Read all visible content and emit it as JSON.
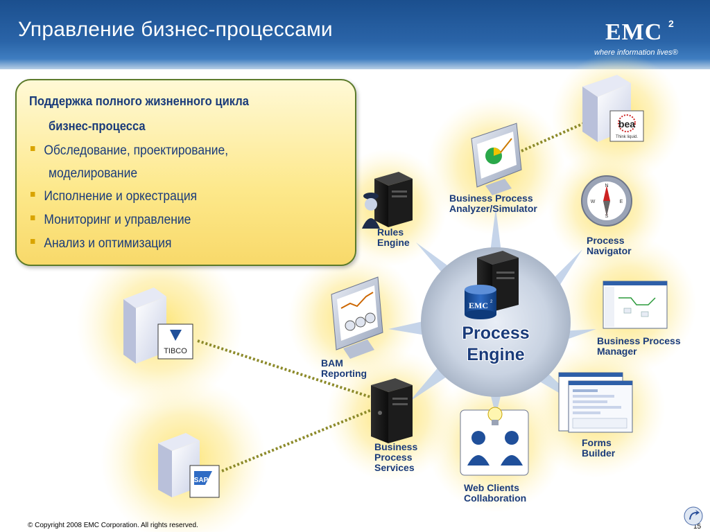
{
  "header": {
    "title": "Управление бизнес-процессами",
    "logo_text": "EMC",
    "logo_sup": "2",
    "tagline": "where information lives®"
  },
  "panel": {
    "heading_line1": "Поддержка полного жизненного цикла",
    "heading_line2": "бизнес-процесса",
    "bullets": [
      {
        "line1": "Обследование, проектирование,",
        "line2": "моделирование"
      },
      {
        "line1": "Исполнение и оркестрация"
      },
      {
        "line1": "Мониторинг и управление"
      },
      {
        "line1": "Анализ и оптимизация"
      }
    ]
  },
  "engine": {
    "logo": "EMC",
    "logo_sup": "2",
    "line1": "Process",
    "line2": "Engine"
  },
  "components": {
    "rules_engine": {
      "line1": "Rules",
      "line2": "Engine"
    },
    "analyzer": {
      "line1": "Business Process",
      "line2": "Analyzer/Simulator"
    },
    "navigator": {
      "line1": "Process",
      "line2": "Navigator"
    },
    "manager": {
      "line1": "Business Process",
      "line2": "Manager"
    },
    "forms": {
      "line1": "Forms",
      "line2": "Builder"
    },
    "web_clients": {
      "line1": "Web Clients",
      "line2": "Collaboration"
    },
    "services": {
      "line1": "Business",
      "line2": "Process",
      "line3": "Services"
    },
    "bam": {
      "line1": "BAM",
      "line2": "Reporting"
    }
  },
  "external_systems": {
    "bea": {
      "logo": "bea",
      "tag": "Think liquid."
    },
    "tibco": {
      "logo": "TIBCO"
    },
    "sap": {
      "logo": "SAP"
    }
  },
  "footer": {
    "copyright": "© Copyright 2008 EMC Corporation. All rights reserved.",
    "page": "15"
  },
  "colors": {
    "header_blue": "#1b4f8e",
    "label_navy": "#1a3b7a",
    "panel_yellow": "#fde88a",
    "panel_border": "#5b7a2a",
    "glow_yellow": "#fde36a",
    "connector_olive": "#8c8a2a",
    "bullet_gold": "#d9a400"
  },
  "icons": [
    "server-icon",
    "monitor-chart-icon",
    "compass-icon",
    "window-app-icon",
    "users-bulb-icon",
    "gauge-monitor-icon",
    "security-guard-icon",
    "workflow-icon",
    "nav-arrow-icon"
  ]
}
